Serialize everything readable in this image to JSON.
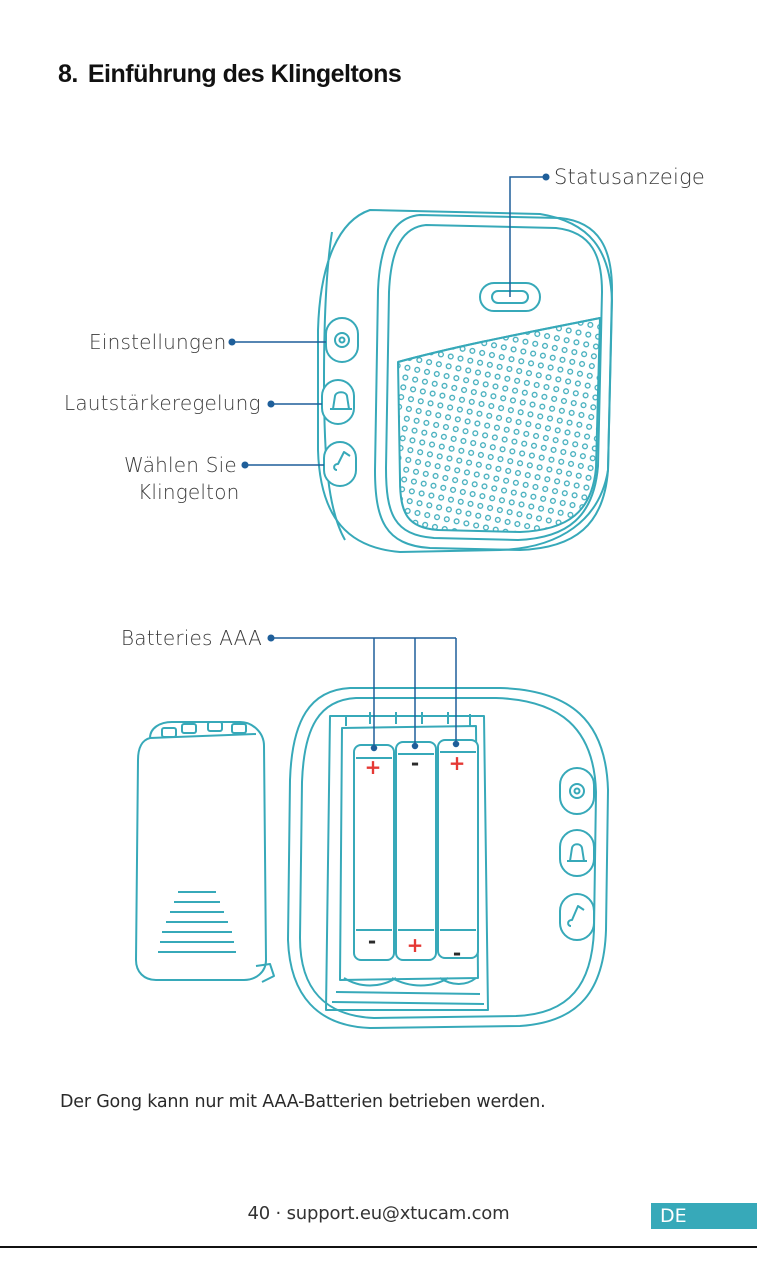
{
  "heading": {
    "number": "8.",
    "title": "Einführung des Klingeltons"
  },
  "labels": {
    "status": "Statusanzeige",
    "settings": "Einstellungen",
    "volume": "Lautstärkeregelung",
    "select_line1": "Wählen Sie",
    "select_line2": "Klingelton",
    "batteries": "Batteries AAA"
  },
  "battery_marks": {
    "top": [
      "+",
      "-",
      "+"
    ],
    "bottom": [
      "-",
      "+",
      "-"
    ]
  },
  "body_text": "Der Gong kann nur mit AAA-Batterien betrieben werden.",
  "footer": {
    "page_line": "40 · support.eu@xtucam.com",
    "language": "DE"
  },
  "colors": {
    "teal": "#37a9b9",
    "callout": "#1f5f9a",
    "plus_red": "#e53935"
  }
}
